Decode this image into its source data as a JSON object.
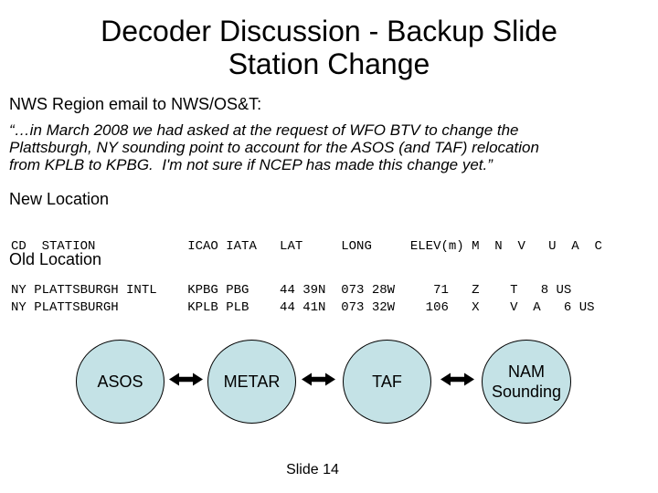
{
  "page": {
    "title_line1": "Decoder Discussion - Backup Slide",
    "title_line2": "Station Change",
    "intro": "NWS Region email to NWS/OS&T:",
    "quote_lines": [
      "“…in March 2008 we had asked at the request of WFO BTV to change the",
      "Plattsburgh, NY sounding point to account for the ASOS (and TAF) relocation",
      "from KPLB to KPBG.  I'm not sure if NCEP has made this change yet.”"
    ],
    "footer": "Slide 14"
  },
  "new_location": {
    "heading": "New Location",
    "header_row": "CD  STATION            ICAO IATA   LAT     LONG     ELEV(m) M  N  V   U  A  C",
    "data_row": "NY PLATTSBURGH INTL    KPBG PBG    44 39N  073 28W     71   Z    T   8 US"
  },
  "old_location": {
    "heading": "Old Location",
    "data_row": "NY PLATTSBURGH         KPLB PLB    44 41N  073 32W    106   X    V  A   6 US"
  },
  "diagram": {
    "node_fill_color": "#c4e2e6",
    "node_border_color": "#000000",
    "arrow_color": "#000000",
    "nodes": [
      {
        "label": "ASOS"
      },
      {
        "label": "METAR"
      },
      {
        "label": "TAF"
      },
      {
        "label": "NAM\nSounding"
      }
    ]
  }
}
